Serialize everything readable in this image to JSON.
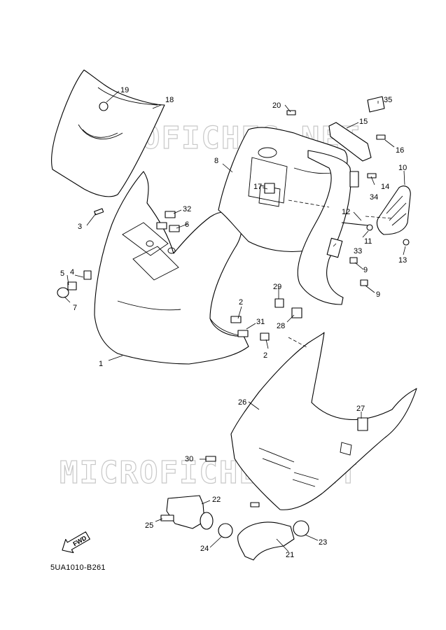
{
  "diagram_code": "5UA1010-B261",
  "watermark_text": "MICROFICHES.NET",
  "fwd_label": "FWD",
  "callouts": [
    "1",
    "2",
    "3",
    "4",
    "5",
    "6",
    "7",
    "8",
    "9",
    "10",
    "11",
    "12",
    "13",
    "14",
    "15",
    "16",
    "17",
    "18",
    "19",
    "20",
    "21",
    "22",
    "23",
    "24",
    "25",
    "26",
    "27",
    "28",
    "29",
    "30",
    "31",
    "32",
    "33",
    "34",
    "35"
  ],
  "colors": {
    "line": "#000000",
    "watermark": "#c8c8c8",
    "background": "#ffffff"
  }
}
